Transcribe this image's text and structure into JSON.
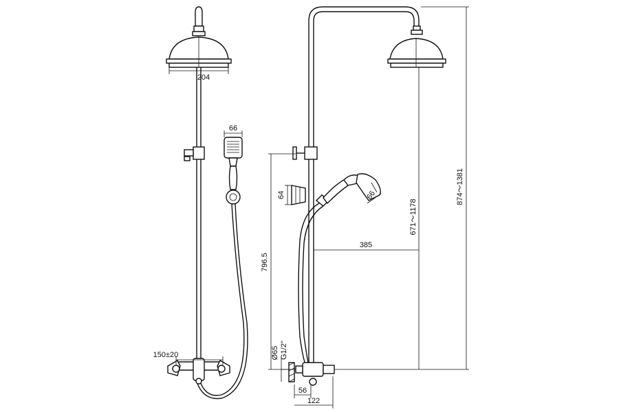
{
  "dimensions": {
    "shower_head_diameter": "204",
    "hand_shower_width_front": "66",
    "hand_holder_height": "64",
    "hand_shower_head_side": "66",
    "arm_reach": "385",
    "holder_height": "796.5",
    "slide_range": "671～1178",
    "total_height_range": "874～1381",
    "wall_plate_diameter": "Ø65",
    "inlet_thread": "G1/2\"",
    "inlet_centers": "150±20",
    "wall_offset_inner": "56",
    "wall_offset_outer": "122"
  },
  "colors": {
    "line": "#111111",
    "background": "#ffffff"
  }
}
